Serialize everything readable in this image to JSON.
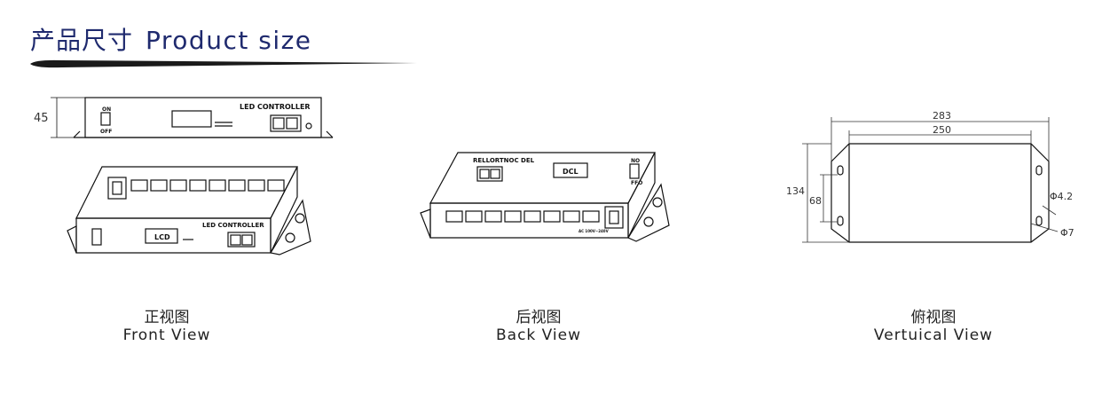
{
  "header": {
    "title_zh": "产品尺寸",
    "title_en": "Product size"
  },
  "front_view": {
    "height_dim": "45",
    "panel_label": "LED CONTROLLER",
    "switch_on": "ON",
    "switch_off": "OFF",
    "iso_panel_label": "LED CONTROLLER",
    "iso_display": "LCD",
    "caption_zh": "正视图",
    "caption_en": "Front View"
  },
  "back_view": {
    "mirrored_label": "RELLORTNOC DEL",
    "display": "DCL",
    "switch_on": "NO",
    "switch_off": "FFO",
    "power_label": "AC 100V~240V",
    "caption_zh": "后视图",
    "caption_en": "Back View"
  },
  "top_view": {
    "overall_width": "283",
    "hole_spacing": "250",
    "overall_height": "134",
    "slot_length": "68",
    "small_hole": "Φ4.2",
    "large_hole": "Φ7",
    "caption_zh": "俯视图",
    "caption_en": "Vertuical View"
  }
}
